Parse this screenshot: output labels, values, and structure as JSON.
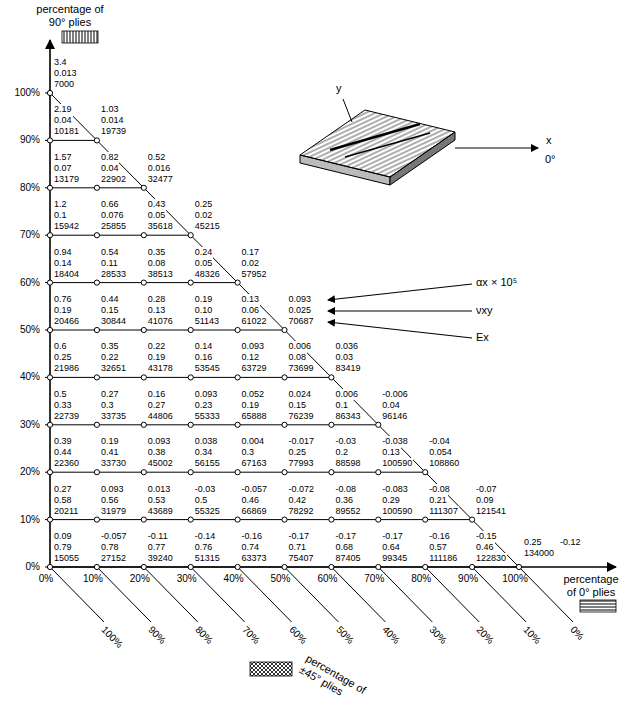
{
  "diagram": {
    "labels": [
      "percentage of 90° plies",
      "αx × 10⁵",
      "νxy",
      "Ex",
      "y",
      "x",
      "0°",
      "percentage of 0° plies",
      "percentage of ±45° plies",
      "100%",
      "90%",
      "80%",
      "70%",
      "60%",
      "50%",
      "40%",
      "30%",
      "20%",
      "10%",
      "0%",
      "0%",
      "10%",
      "20%",
      "30%",
      "40%",
      "50%",
      "60%",
      "70%",
      "80%",
      "90%",
      "100%",
      "100%",
      "90%",
      "80%",
      "70%",
      "60%",
      "50%",
      "40%",
      "30%",
      "20%",
      "10%",
      "0%",
      "3.4",
      "0.013",
      "7000",
      "2.19",
      "0.04",
      "10181",
      "1.03",
      "0.014",
      "19739",
      "1.57",
      "0.07",
      "13179",
      "0.82",
      "0.04",
      "22902",
      "0.52",
      "0.016",
      "32477",
      "1.2",
      "0.1",
      "15942",
      "0.66",
      "0.076",
      "25855",
      "0.43",
      "0.05",
      "35618",
      "0.25",
      "0.02",
      "45215",
      "0.94",
      "0.14",
      "18404",
      "0.54",
      "0.11",
      "28533",
      "0.35",
      "0.08",
      "38513",
      "0.24",
      "0.05",
      "48326",
      "0.17",
      "0.02",
      "57952",
      "0.76",
      "0.19",
      "20466",
      "0.44",
      "0.15",
      "30844",
      "0.28",
      "0.13",
      "41076",
      "0.19",
      "0.10",
      "51143",
      "0.13",
      "0.06",
      "61022",
      "0.093",
      "0.025",
      "70687",
      "0.6",
      "0.25",
      "21986",
      "0.35",
      "0.22",
      "32651",
      "0.22",
      "0.19",
      "43178",
      "0.14",
      "0.16",
      "53545",
      "0.093",
      "0.12",
      "63729",
      "0.006",
      "0.08",
      "73699",
      "0.036",
      "0.03",
      "83419",
      "0.5",
      "0.33",
      "22739",
      "0.27",
      "0.3",
      "33735",
      "0.16",
      "0.27",
      "44806",
      "0.093",
      "0.23",
      "55333",
      "0.052",
      "0.19",
      "65888",
      "0.024",
      "0.15",
      "76239",
      "0.006",
      "0.1",
      "86343",
      "-0.006",
      "0.04",
      "96146",
      "0.39",
      "0.44",
      "22360",
      "0.19",
      "0.41",
      "33730",
      "0.093",
      "0.38",
      "45002",
      "0.038",
      "0.34",
      "56155",
      "0.004",
      "0.3",
      "67163",
      "-0.017",
      "0.25",
      "77993",
      "-0.03",
      "0.2",
      "88598",
      "-0.038",
      "0.13",
      "100590",
      "-0.04",
      "0.054",
      "108860",
      "0.27",
      "0.58",
      "20211",
      "0.093",
      "0.56",
      "31979",
      "0.013",
      "0.53",
      "43689",
      "-0.03",
      "0.5",
      "55325",
      "-0.057",
      "0.46",
      "66869",
      "-0.072",
      "0.42",
      "78292",
      "-0.08",
      "0.36",
      "89552",
      "-0.083",
      "0.29",
      "100590",
      "-0.08",
      "0.21",
      "111307",
      "-0.07",
      "0.09",
      "121541",
      "0.09",
      "0.79",
      "15055",
      "-0.057",
      "0.78",
      "27152",
      "-0.11",
      "0.77",
      "39240",
      "-0.14",
      "0.76",
      "51315",
      "-0.16",
      "0.74",
      "63373",
      "-0.17",
      "0.71",
      "75407",
      "-0.17",
      "0.68",
      "87405",
      "-0.17",
      "0.64",
      "99345",
      "-0.16",
      "0.57",
      "111186",
      "-0.15",
      "0.46",
      "122830",
      "0.25",
      "-0.12",
      "134000"
    ]
  }
}
